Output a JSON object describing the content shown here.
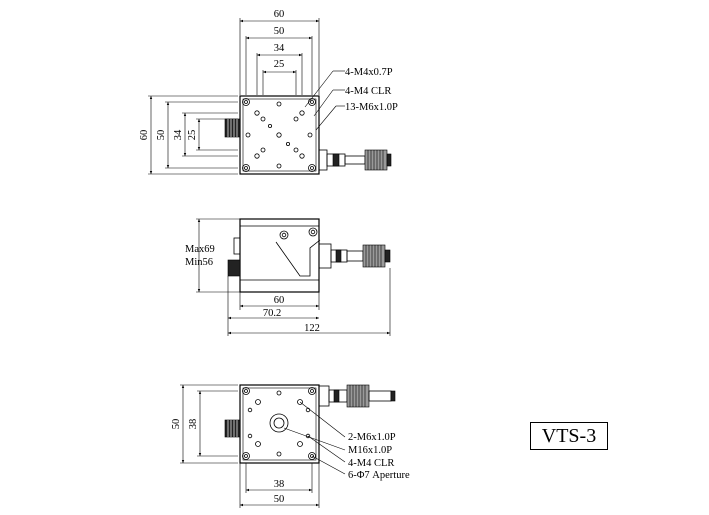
{
  "model": "VTS-3",
  "top_view": {
    "dims_horizontal": [
      "60",
      "50",
      "34",
      "25"
    ],
    "dims_vertical": [
      "60",
      "50",
      "34",
      "25"
    ],
    "callouts": [
      "4-M4x0.7P",
      "4-M4 CLR",
      "13-M6x1.0P"
    ]
  },
  "side_view": {
    "height_max": "Max69",
    "height_min": "Min56",
    "dims_horizontal": [
      "60",
      "70.2",
      "122"
    ]
  },
  "bottom_view": {
    "dims_vertical": [
      "50",
      "38"
    ],
    "dims_horizontal": [
      "38",
      "50"
    ],
    "callouts": [
      "2-M6x1.0P",
      "M16x1.0P",
      "4-M4 CLR",
      "6-Φ7 Aperture"
    ]
  }
}
